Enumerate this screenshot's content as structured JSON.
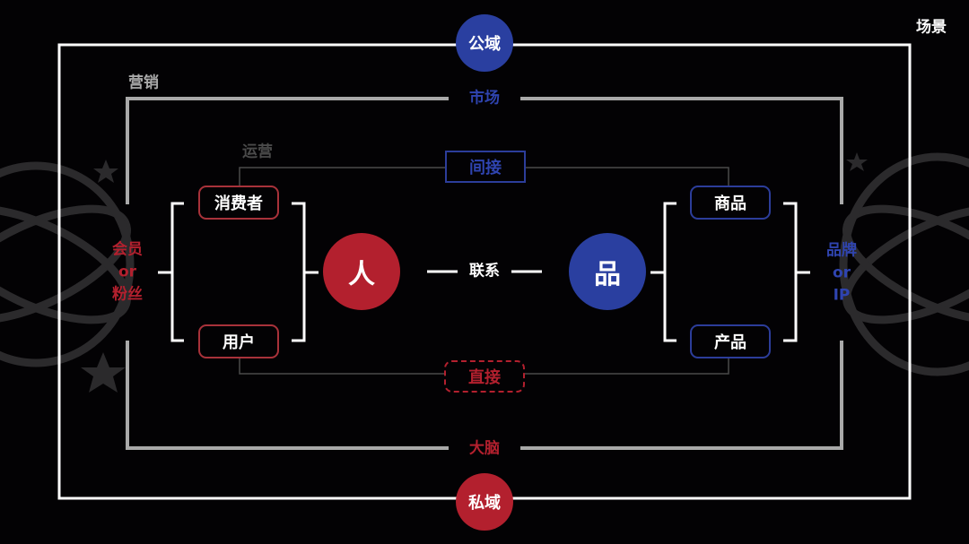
{
  "title_corner": "场景",
  "public_domain": "公域",
  "private_domain": "私域",
  "marketing": "营销",
  "market": "市场",
  "brain": "大脑",
  "operations": "运营",
  "indirect": "间接",
  "direct": "直接",
  "people": {
    "circle": "人",
    "items": [
      "消费者",
      "用户"
    ],
    "side_label": [
      "会员",
      "or",
      "粉丝"
    ]
  },
  "product": {
    "circle": "品",
    "items": [
      "商品",
      "产品"
    ],
    "side_label": [
      "品牌",
      "or",
      "IP"
    ]
  },
  "connection": "联系",
  "colors": {
    "red": "#b3202e",
    "blue": "#2a3fa0",
    "gray": "#a9a9a9"
  }
}
